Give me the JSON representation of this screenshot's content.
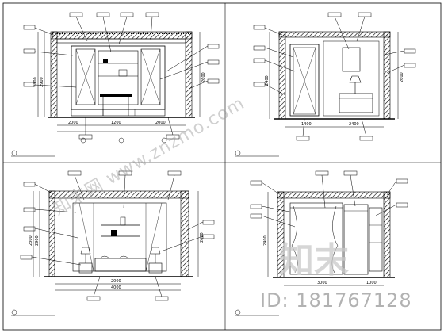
{
  "drawing": {
    "panels": [
      {
        "id": "top-left",
        "title_text": "",
        "dims_bottom": [
          "2000",
          "1200",
          "2000"
        ],
        "dims_left": [
          "2900",
          "2300"
        ],
        "dims_right": [
          "2600"
        ]
      },
      {
        "id": "top-right",
        "title_text": "",
        "dims_bottom": [
          "1400",
          "2400"
        ],
        "dims_left": [
          "2400"
        ],
        "dims_right": [
          "2600"
        ]
      },
      {
        "id": "bottom-left",
        "title_text": "",
        "dims_bottom": [
          "2000",
          "4000"
        ],
        "dims_left": [
          "2900",
          "2300"
        ],
        "dims_right": [
          "2600"
        ]
      },
      {
        "id": "bottom-right",
        "title_text": "",
        "dims_bottom": [
          "3000",
          "1000"
        ],
        "dims_left": [
          "2400"
        ],
        "dims_right": []
      }
    ],
    "colors": {
      "line": "#000000",
      "hatch": "#000000",
      "paper": "#ffffff"
    }
  },
  "watermarks": {
    "diagonal": "知末网 www.znzmo.com",
    "logo": "知末",
    "id": "ID: 181767128"
  }
}
